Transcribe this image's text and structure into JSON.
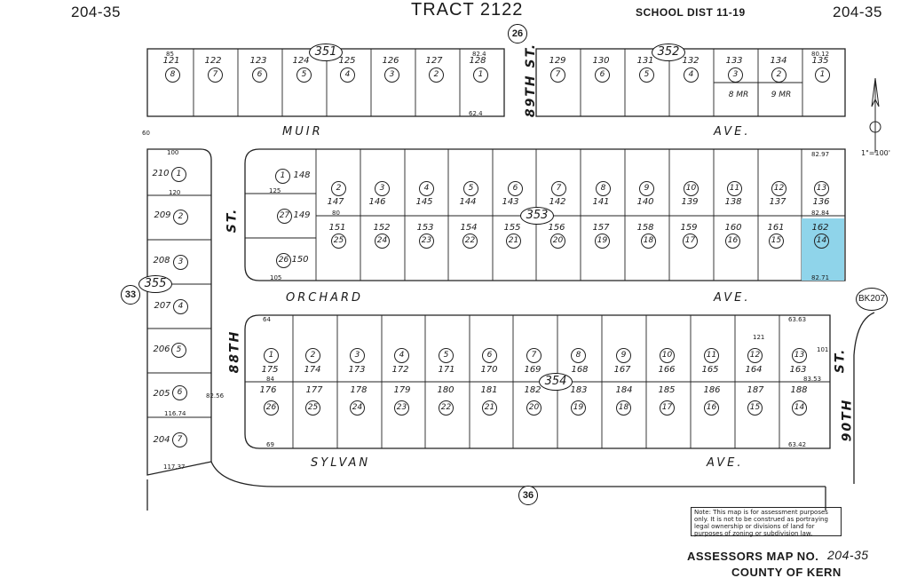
{
  "header": {
    "map_no_left": "204-35",
    "title": "TRACT 2122",
    "school_dist": "SCHOOL DIST 11-19",
    "map_no_right": "204-35"
  },
  "streets": {
    "muir": "MUIR",
    "muir_ave": "AVE.",
    "orchard": "ORCHARD",
    "orchard_ave": "AVE.",
    "sylvan": "SYLVAN",
    "sylvan_ave": "AVE.",
    "st_89": "89TH ST.",
    "st_88": "88TH",
    "st_88_suffix": "ST.",
    "st_90": "90TH",
    "st_90_suffix": "ST."
  },
  "ref_circles": [
    "26",
    "33",
    "36"
  ],
  "book_ref": "BK207",
  "scale": "1\"=100'",
  "blocks": [
    "351",
    "352",
    "353",
    "354",
    "355"
  ],
  "block351": {
    "parcels": [
      "121",
      "122",
      "123",
      "124",
      "125",
      "126",
      "127",
      "128"
    ],
    "lots": [
      "8",
      "7",
      "6",
      "5",
      "4",
      "3",
      "2",
      "1"
    ]
  },
  "block352": {
    "parcels": [
      "129",
      "130",
      "131",
      "132",
      "133",
      "134",
      "135"
    ],
    "lots": [
      "7",
      "6",
      "5",
      "4",
      "3",
      "2",
      "1"
    ],
    "mr_lots": [
      "8 MR",
      "9 MR"
    ]
  },
  "block353": {
    "west_parcels": [
      "148",
      "149",
      "150"
    ],
    "west_lots": [
      "1",
      "27",
      "26"
    ],
    "north_parcels": [
      "147",
      "146",
      "145",
      "144",
      "143",
      "142",
      "141",
      "140",
      "139",
      "138",
      "137",
      "136"
    ],
    "north_lots": [
      "2",
      "3",
      "4",
      "5",
      "6",
      "7",
      "8",
      "9",
      "10",
      "11",
      "12",
      "13"
    ],
    "south_parcels": [
      "151",
      "152",
      "153",
      "154",
      "155",
      "156",
      "157",
      "158",
      "159",
      "160",
      "161",
      "162"
    ],
    "south_lots": [
      "25",
      "24",
      "23",
      "22",
      "21",
      "20",
      "19",
      "18",
      "17",
      "16",
      "15",
      "14"
    ],
    "highlighted_parcel": "162"
  },
  "block354": {
    "north_parcels": [
      "175",
      "174",
      "173",
      "172",
      "171",
      "170",
      "169",
      "168",
      "167",
      "166",
      "165",
      "164",
      "163"
    ],
    "north_lots": [
      "1",
      "2",
      "3",
      "4",
      "5",
      "6",
      "7",
      "8",
      "9",
      "10",
      "11",
      "12",
      "13"
    ],
    "south_parcels": [
      "176",
      "177",
      "178",
      "179",
      "180",
      "181",
      "182",
      "183",
      "184",
      "185",
      "186",
      "187",
      "188"
    ],
    "south_lots": [
      "26",
      "25",
      "24",
      "23",
      "22",
      "21",
      "20",
      "19",
      "18",
      "17",
      "16",
      "15",
      "14"
    ]
  },
  "block355": {
    "parcels": [
      "210",
      "209",
      "208",
      "207",
      "206",
      "205",
      "204"
    ],
    "lots": [
      "1",
      "2",
      "3",
      "4",
      "5",
      "6",
      "7"
    ]
  },
  "dimensions": {
    "d1": "60",
    "d2": "100",
    "d3": "120",
    "d4": "125",
    "d5": "105",
    "d6": "80",
    "d7": "82.97",
    "d8": "82.84",
    "d9": "82.71",
    "d10": "63.63",
    "d11": "63.42",
    "d12": "62.4",
    "d13": "82.56",
    "d14": "116.74",
    "d15": "117.37",
    "d16": "64",
    "d17": "69",
    "d18": "83.53",
    "d19": "121",
    "d20": "101",
    "d21": "84",
    "d22": "85",
    "d23": "82.4",
    "d24": "80.12"
  },
  "note": "Note: This map is for assessment purposes only. It is not to be construed as portraying legal ownership or divisions of land for purposes of zoning or subdivision law.",
  "footer": {
    "map_no_label": "ASSESSORS MAP NO.",
    "map_no_value": "204-35",
    "county": "COUNTY OF KERN"
  }
}
